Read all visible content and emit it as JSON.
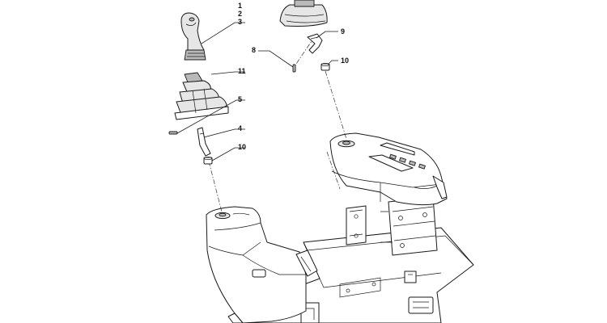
{
  "callouts": {
    "c1": "1",
    "c2": "2",
    "c3": "3",
    "c4": "4",
    "c5": "5",
    "c8": "8",
    "c9": "9",
    "c10a": "10",
    "c10b": "10",
    "c11": "11"
  },
  "colors": {
    "line": "#1a1a1a",
    "part_fill": "#ffffff",
    "shade_light": "#e6e6e6",
    "shade_dark": "#b9b9b9"
  }
}
